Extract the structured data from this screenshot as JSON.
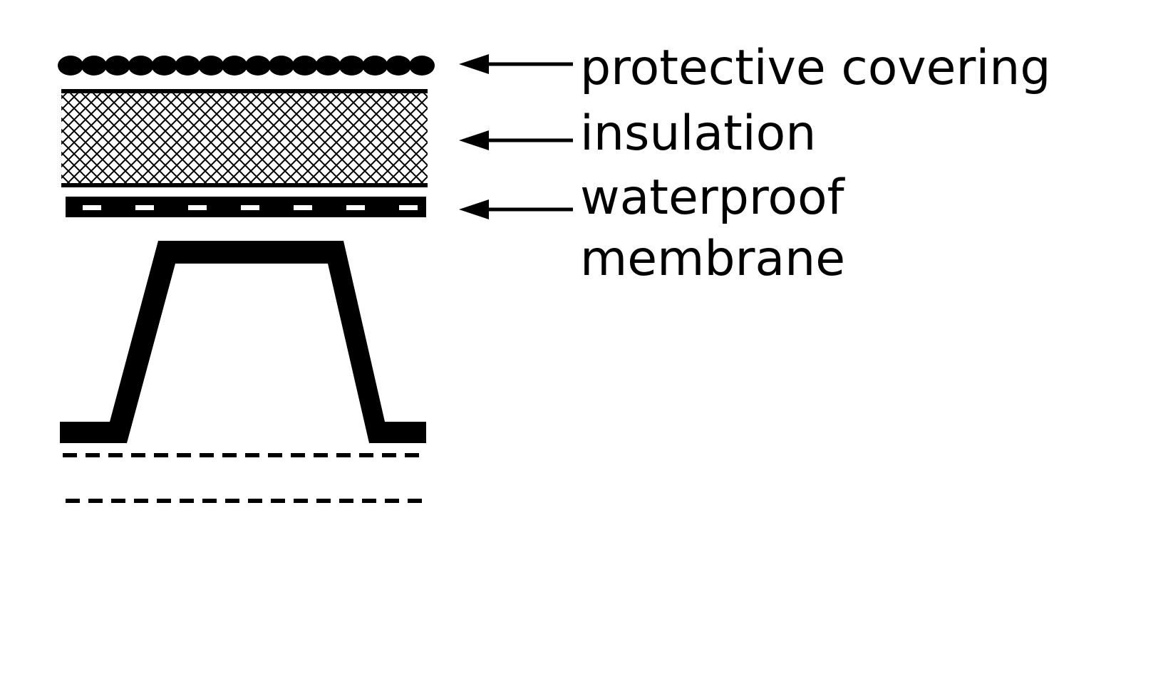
{
  "diagram": {
    "labels": {
      "protective_covering": "protective covering",
      "insulation": "insulation",
      "waterproof_membrane_line1": "waterproof",
      "waterproof_membrane_line2": "membrane"
    }
  },
  "colors": {
    "ink": "#000000",
    "background": "#ffffff"
  }
}
